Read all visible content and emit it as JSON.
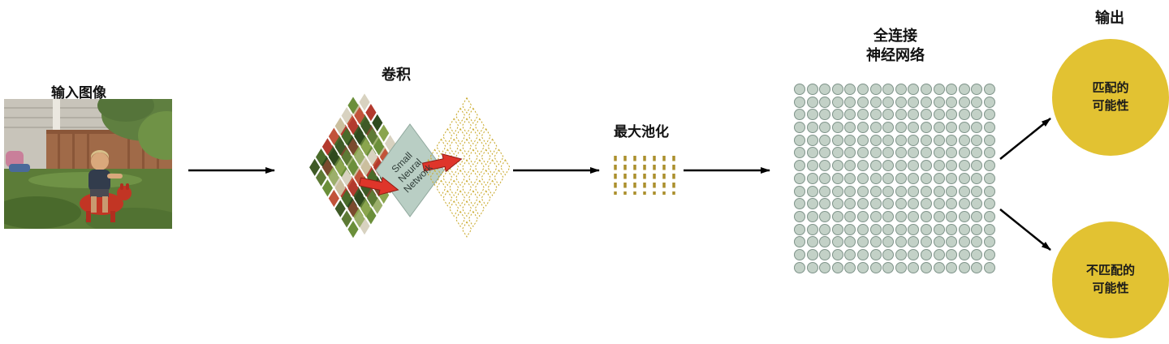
{
  "diagram": {
    "input": {
      "label": "输入图像"
    },
    "convolution": {
      "label": "卷积",
      "nn_label": "Small Neural Network",
      "diamond_fill": "#b9cec4",
      "diamond_stroke": "#90a89d",
      "red_arrow_fill": "#df352a",
      "dash_color": "#c9a92c",
      "tile_palette": [
        "#6b8f3a",
        "#4a6b2a",
        "#8aa54e",
        "#c2533a",
        "#7a4a2e",
        "#d8d2c0",
        "#3f5a26",
        "#9caf6b",
        "#b33a2e",
        "#5d7a35",
        "#cbbf9e",
        "#2f4a1e"
      ]
    },
    "maxpool": {
      "label": "最大池化",
      "dash_color": "#ab8f2c",
      "columns": 7
    },
    "fc": {
      "label_line1": "全连接",
      "label_line2": "神经网络",
      "rows": 15,
      "cols": 16,
      "node_fill": "#c3d1c7",
      "node_stroke": "#7f948a"
    },
    "output": {
      "label": "输出",
      "circle_color": "#e2c232",
      "match_line1": "匹配的",
      "match_line2": "可能性",
      "nomatch_line1": "不匹配的",
      "nomatch_line2": "可能性"
    }
  }
}
